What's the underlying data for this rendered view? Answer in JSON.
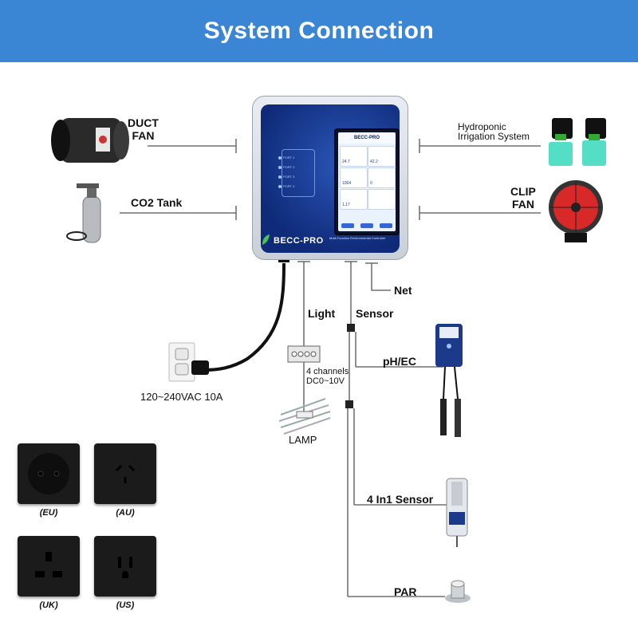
{
  "header": {
    "title": "System Connection"
  },
  "controller": {
    "brand": "BECC-PRO",
    "subtitle": "Multi-Function Environmental Controller",
    "screen_title": "BECC-PRO",
    "ports": [
      "PORT 1",
      "PORT 2",
      "PORT 3",
      "PORT 4"
    ],
    "screen_tiles": [
      "24.7",
      "42.2",
      "1064",
      "0",
      "1.17",
      ""
    ]
  },
  "labels": {
    "duct_fan": "DUCT\nFAN",
    "co2_tank": "CO2 Tank",
    "hydroponic": "Hydroponic\nIrrigation System",
    "clip_fan": "CLIP\nFAN",
    "net": "Net",
    "light": "Light",
    "sensor": "Sensor",
    "ph_ec": "pH/EC",
    "channels": "4 channels\nDC0~10V",
    "lamp": "LAMP",
    "power": "120~240VAC  10A",
    "four_in_one": "4 In1 Sensor",
    "par": "PAR"
  },
  "sockets": [
    {
      "caption": "(EU)",
      "type": "eu"
    },
    {
      "caption": "(AU)",
      "type": "au"
    },
    {
      "caption": "(UK)",
      "type": "uk"
    },
    {
      "caption": "(US)",
      "type": "us"
    }
  ],
  "colors": {
    "banner": "#3a86d4",
    "controller_face": "#1a3f9a",
    "wire": "#555555"
  }
}
